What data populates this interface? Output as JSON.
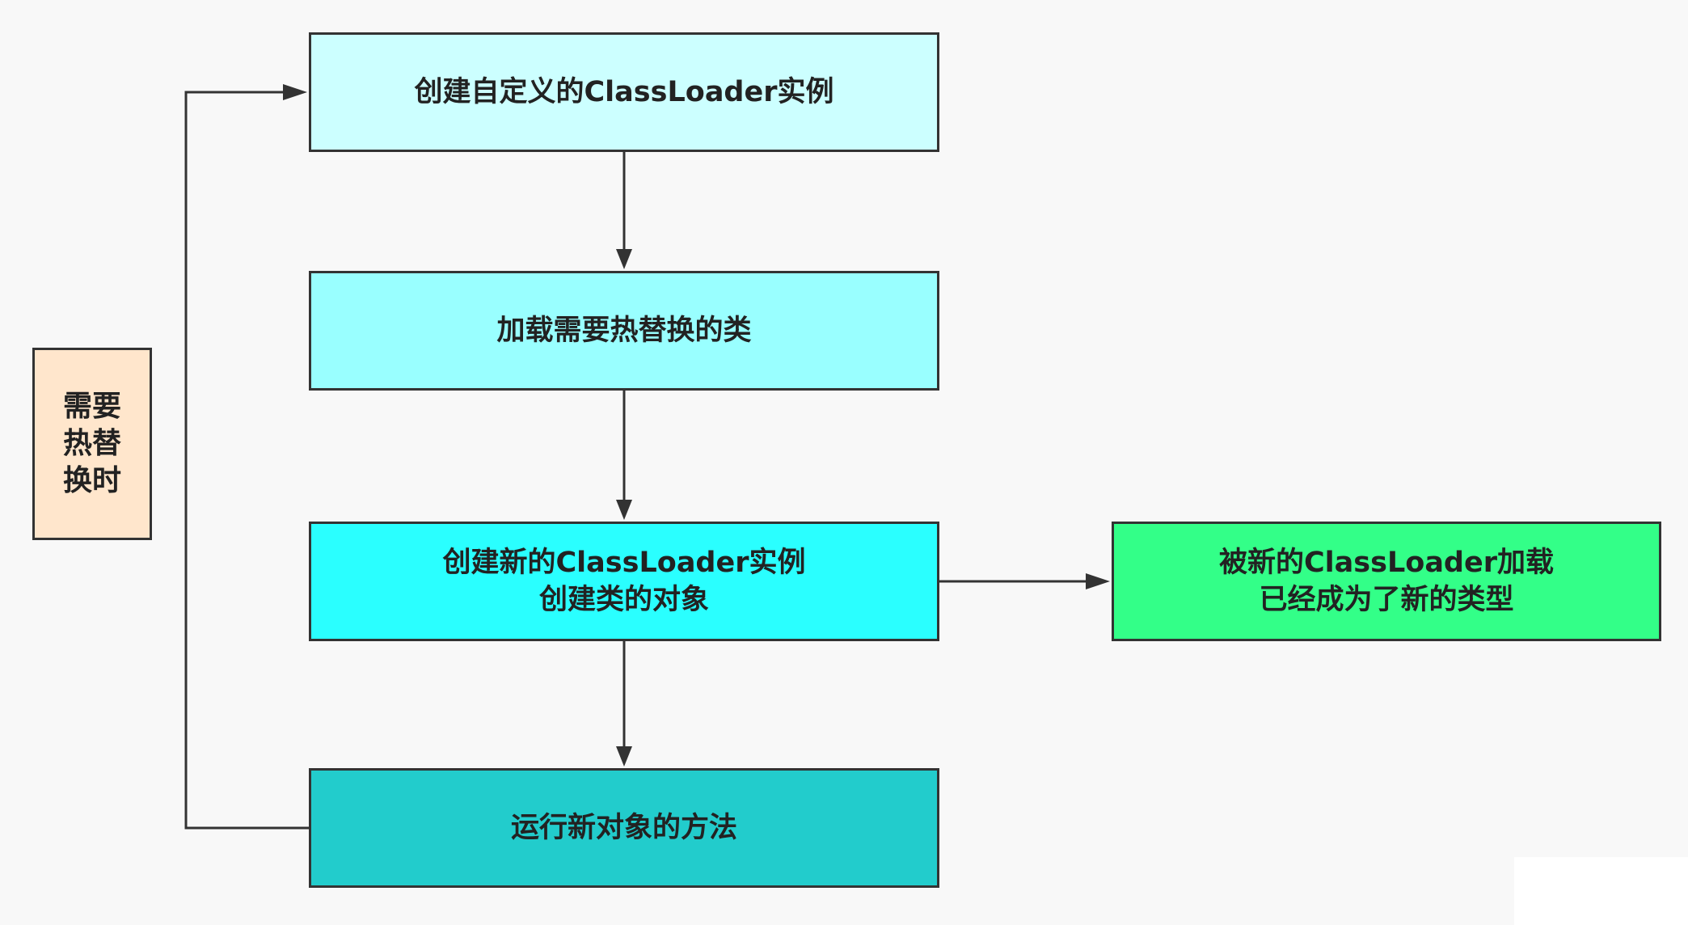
{
  "colors": {
    "background": "#f8f8f8",
    "border": "#333333",
    "text": "#222222",
    "node1_fill": "#ccffff",
    "node2_fill": "#99ffff",
    "node3_fill": "#2affff",
    "node4_fill": "#22cccc",
    "node5_fill": "#33ff88",
    "trigger_fill": "#ffe6cc"
  },
  "trigger": {
    "label": "需要热替换时"
  },
  "nodes": [
    {
      "id": "n1",
      "lines": [
        "创建自定义的ClassLoader实例"
      ]
    },
    {
      "id": "n2",
      "lines": [
        "加载需要热替换的类"
      ]
    },
    {
      "id": "n3",
      "lines": [
        "创建新的ClassLoader实例",
        "创建类的对象"
      ]
    },
    {
      "id": "n4",
      "lines": [
        "运行新对象的方法"
      ]
    },
    {
      "id": "n5",
      "lines": [
        "被新的ClassLoader加载",
        "已经成为了新的类型"
      ]
    }
  ]
}
